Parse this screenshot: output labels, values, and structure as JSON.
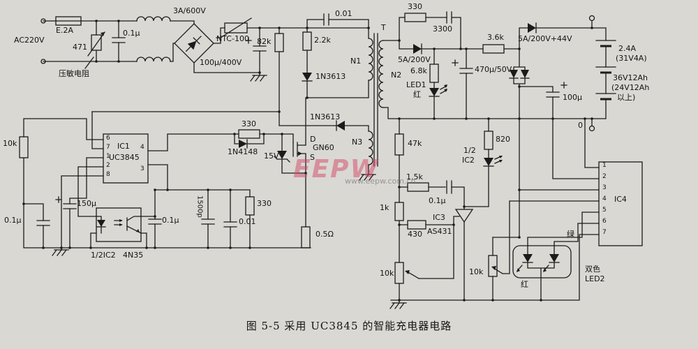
{
  "caption": "图 5-5  采用 UC3845 的智能充电器电路",
  "watermark": {
    "brand": "EEPW",
    "url": "www.eepw.com.cn"
  },
  "input": {
    "ac": "AC220V",
    "fuse": "E.2A",
    "varistor_code": "471",
    "varistor_name": "压敏电阻",
    "filter_cap": "0.1μ",
    "bridge": "3A/600V",
    "ntc": "NTC-100",
    "bulk_cap": "100μ/400V"
  },
  "primary": {
    "r_startup": "82k",
    "r_divider": "2.2k",
    "snubber_cap": "0.01",
    "transformer": "T",
    "n1": "N1",
    "n2": "N2",
    "n3": "N3",
    "snubber_diode": "1N3613",
    "aux_diode": "1N3613",
    "gate_resistor": "330",
    "gate_diode": "1N4148",
    "gate_zener": "15V",
    "mosfet_drain": "D",
    "mosfet": "GN60",
    "mosfet_source": "S",
    "sense_resistor": "0.5Ω"
  },
  "controller": {
    "r_10k": "10k",
    "ic1_name": "IC1",
    "ic1_part": "UC3845",
    "pins_left": [
      "6",
      "7",
      "1",
      "2",
      "8"
    ],
    "pins_right": [
      "4",
      "3"
    ],
    "vcc_cap": "150μ",
    "cap_a": "0.1μ",
    "opto_name": "1/2IC2",
    "opto_part": "4N35",
    "cap_b": "0.1μ",
    "timing_cap": "1500p",
    "r_330": "330",
    "cap_c": "0.01"
  },
  "secondary": {
    "snub_r": "330",
    "snub_c": "3300",
    "rect_diode": "5A/200V",
    "r_6k8": "6.8k",
    "led1": "LED1",
    "led1_color": "红",
    "out_cap": "470μ/50V",
    "r_3k6": "3.6k",
    "out_diode": "5A/200V+44V",
    "charge_a": "2.4A",
    "charge_b": "(31V4A)",
    "cap_100u": "100μ",
    "battery_a": "36V12Ah",
    "battery_b": "(24V12Ah",
    "battery_c": "以上)",
    "zero": "0"
  },
  "feedback": {
    "r_47k": "47k",
    "r_820": "820",
    "opto_a": "1/2",
    "opto_b": "IC2",
    "r_1k5": "1.5k",
    "cap": "0.1μ",
    "r_430": "430",
    "ic3_name": "IC3",
    "ic3_part": "AS431",
    "r_1k": "1k",
    "pot_a": "10k",
    "pot_b": "10k"
  },
  "indicator": {
    "ic4": "IC4",
    "ic4_pins": [
      "1",
      "2",
      "3",
      "4",
      "5",
      "6",
      "7"
    ],
    "green": "绿",
    "red": "红",
    "led2_a": "双色",
    "led2_b": "LED2"
  }
}
